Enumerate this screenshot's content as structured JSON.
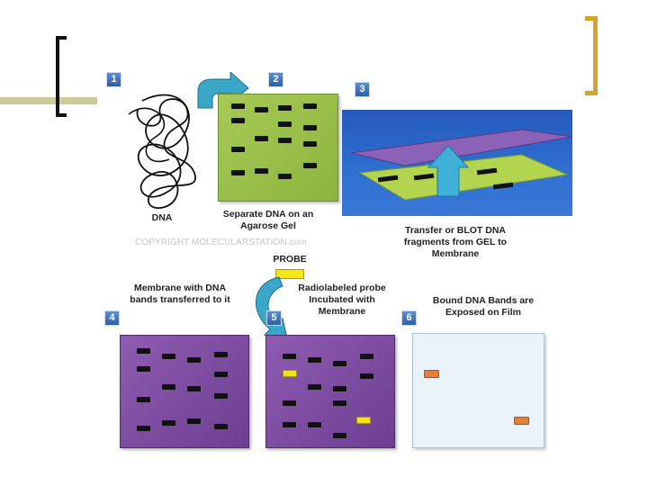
{
  "steps": [
    {
      "number": "1",
      "caption": "DNA"
    },
    {
      "number": "2",
      "caption": "Separate DNA on an Agarose Gel"
    },
    {
      "number": "3",
      "caption": "Transfer or BLOT DNA fragments from GEL to Membrane"
    },
    {
      "number": "4",
      "caption": "Membrane with DNA bands transferred to it"
    },
    {
      "number": "5",
      "caption": "Radiolabeled probe Incubated with Membrane"
    },
    {
      "number": "6",
      "caption": "Bound DNA Bands are Exposed on Film"
    }
  ],
  "copyright": "COPYRIGHT MOLECULARSTATION.com",
  "probe_label": "PROBE",
  "colors": {
    "gel": "#9cc04a",
    "membrane": "#7e4aa3",
    "film": "#eaf2fa",
    "badge": "#3f72bd",
    "arrow": "#3aa6c8",
    "probe": "#f4e61a",
    "exposed_band": "#e0803a",
    "left_bracket": "#111111",
    "right_bracket": "#d2a52a",
    "accent_line": "#cdcb9c"
  },
  "icons": [
    "curved-arrow-icon",
    "up-arrow-icon"
  ]
}
